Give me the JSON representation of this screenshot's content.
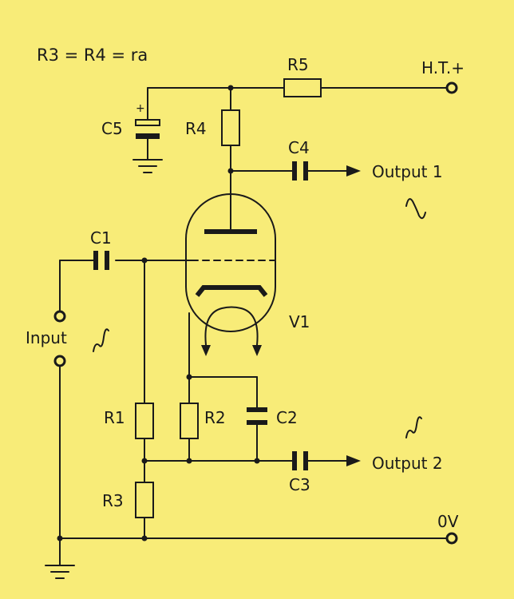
{
  "labels": {
    "equation": "R3 = R4 = ra",
    "ht": "H.T.+",
    "r5": "R5",
    "r4": "R4",
    "c5": "C5",
    "c5_plus": "+",
    "c4": "C4",
    "output1": "Output 1",
    "c1": "C1",
    "input": "Input",
    "v1": "V1",
    "r1": "R1",
    "r2": "R2",
    "c2": "C2",
    "c3": "C3",
    "output2": "Output 2",
    "r3": "R3",
    "zero_v": "0V"
  },
  "colors": {
    "background": "#f8ec78",
    "ink": "#1a1a1a"
  },
  "icons": {
    "wave": "sine-wave-icon",
    "ground": "ground-icon",
    "arrow": "output-arrow-icon",
    "terminal": "terminal-icon"
  }
}
